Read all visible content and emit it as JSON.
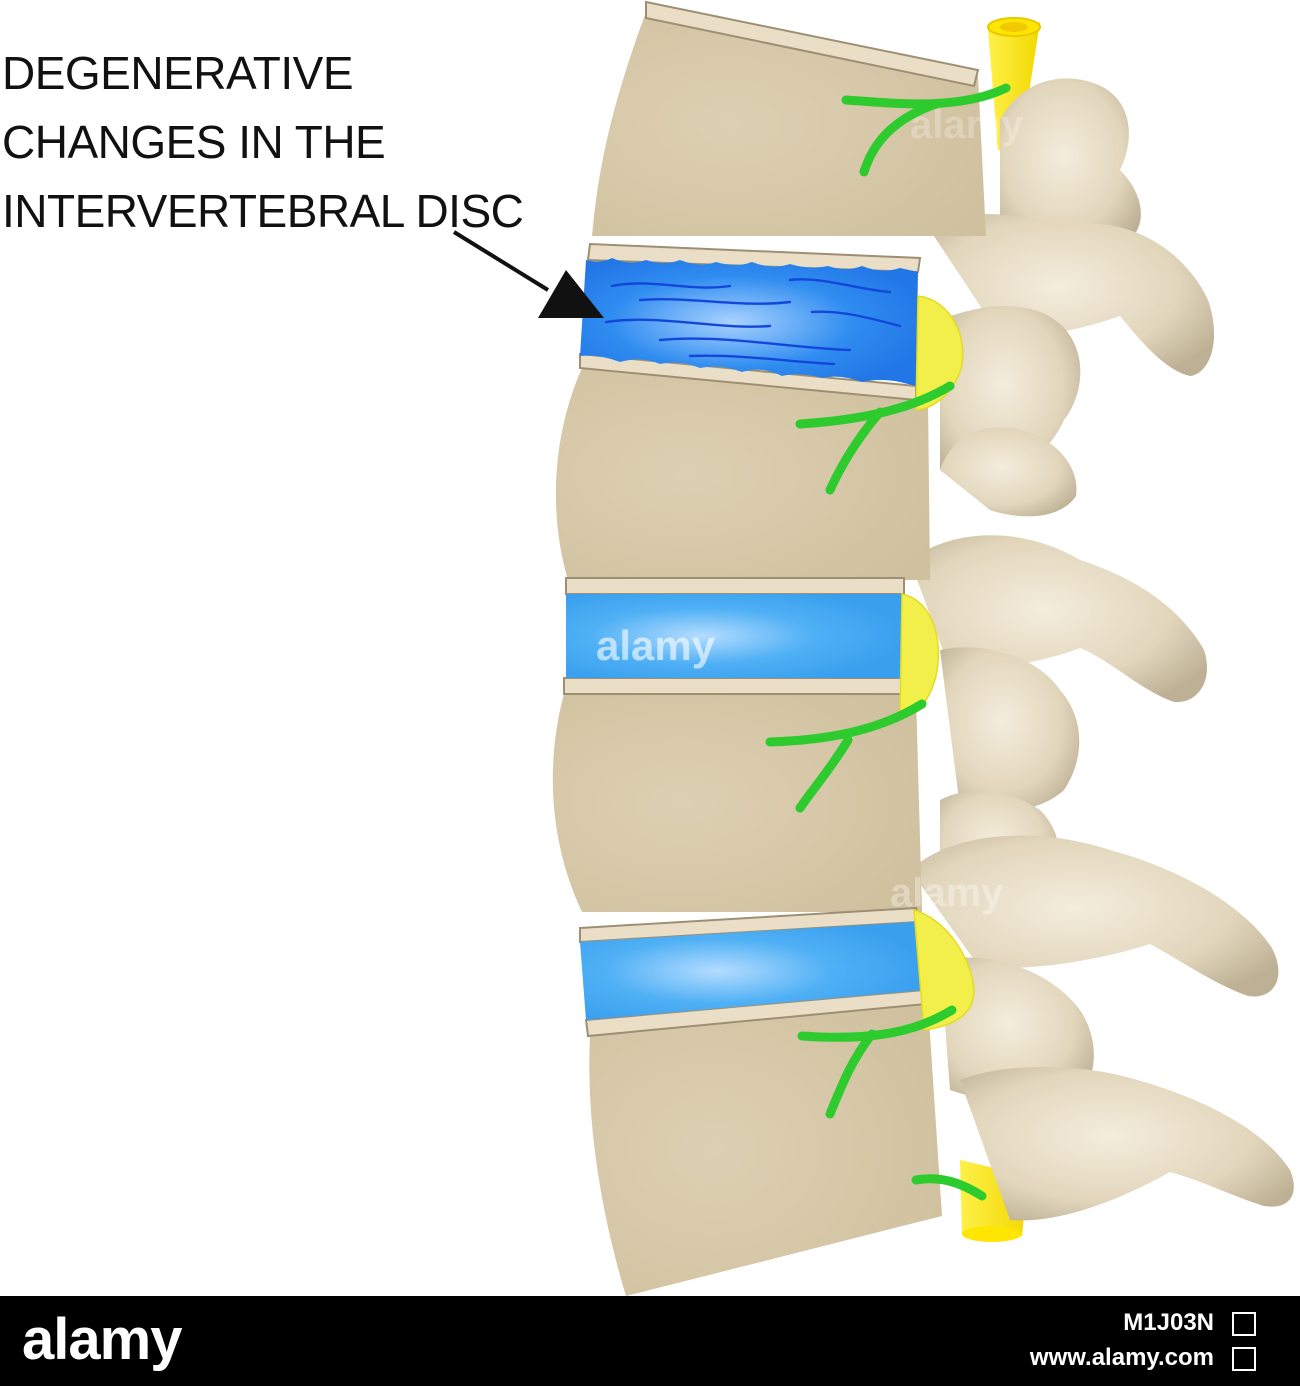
{
  "title": {
    "lines": [
      "DEGENERATIVE",
      "CHANGES IN THE",
      "INTERVERTEBRAL DISC"
    ]
  },
  "diagram": {
    "subject": "lumbar spine, lateral view",
    "vertebra_count": 4,
    "disc_count": 3,
    "degenerated_disc_index": 0,
    "colors": {
      "bone": "#d4c6a6",
      "bone_light": "#f3ecdc",
      "disc": "#3fa6f0",
      "disc_degenerated": "#2a86ea",
      "nerve": "#33cc33",
      "ganglion": "#f4ef4c",
      "spinal_canal": "#ffe81a",
      "endplate": "#e9dcc3",
      "arrow": "#111111"
    },
    "watermark_text": "alamy"
  },
  "footer": {
    "logo": "alamy",
    "image_id": "M1J03N",
    "url": "www.alamy.com"
  }
}
